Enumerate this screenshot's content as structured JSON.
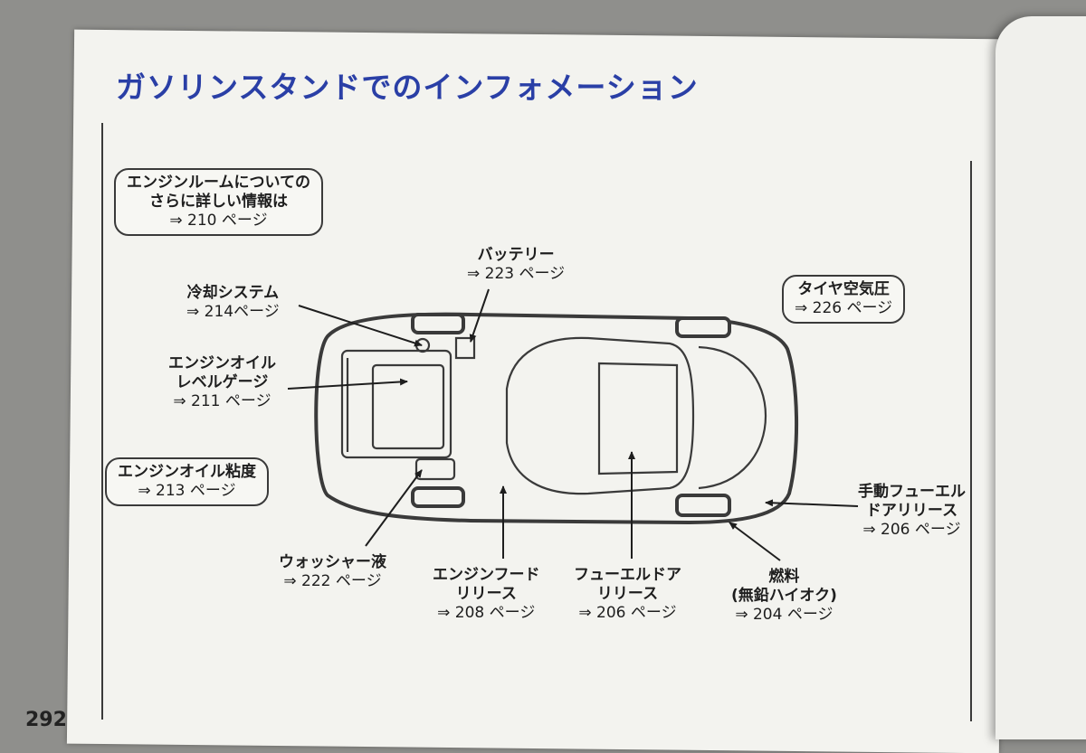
{
  "title": "ガソリンスタンドでのインフォメーション",
  "page_number": "292",
  "labels": {
    "engine_room": {
      "line1": "エンジンルームについての",
      "line2": "さらに詳しい情報は",
      "page": "⇒ 210 ページ"
    },
    "battery": {
      "name": "バッテリー",
      "page": "⇒ 223 ページ"
    },
    "tire_pressure": {
      "name": "タイヤ空気圧",
      "page": "⇒ 226 ページ"
    },
    "cooling": {
      "name": "冷却システム",
      "page": "⇒ 214ページ"
    },
    "oil_gauge": {
      "line1": "エンジンオイル",
      "line2": "レベルゲージ",
      "page": "⇒ 211 ページ"
    },
    "oil_viscosity": {
      "name": "エンジンオイル粘度",
      "page": "⇒ 213 ページ"
    },
    "washer": {
      "name": "ウォッシャー液",
      "page": "⇒ 222 ページ"
    },
    "hood_release": {
      "line1": "エンジンフード",
      "line2": "リリース",
      "page": "⇒ 208 ページ"
    },
    "fuel_door_release": {
      "line1": "フューエルドア",
      "line2": "リリース",
      "page": "⇒ 206 ページ"
    },
    "fuel": {
      "line1": "燃料",
      "line2": "(無鉛ハイオク)",
      "page": "⇒ 204 ページ"
    },
    "manual_fuel_release": {
      "line1": "手動フューエル",
      "line2": "ドアリリース",
      "page": "⇒ 206 ページ"
    }
  },
  "colors": {
    "title": "#2a3fa6",
    "ink": "#1e1e1e",
    "paper": "#f3f3ef",
    "background": "#8f8f8c"
  }
}
